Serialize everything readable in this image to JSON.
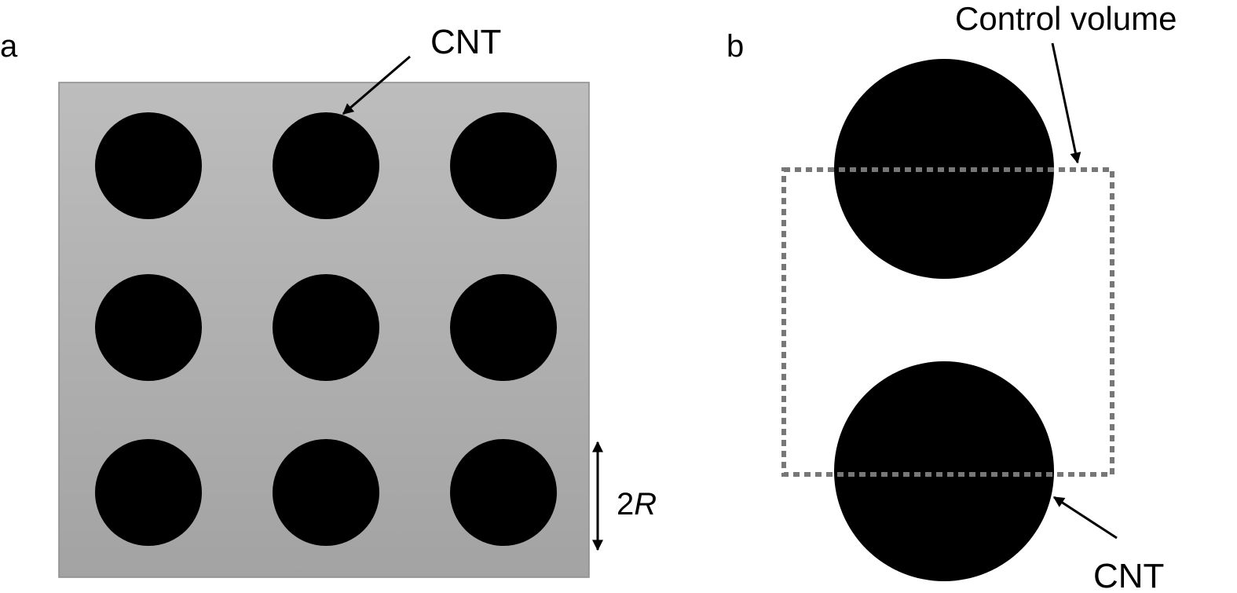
{
  "panel_a": {
    "label": "a",
    "cnt_label": "CNT",
    "dimension": {
      "number": "2",
      "symbol": "R"
    },
    "grid": {
      "rows": 3,
      "columns": 3
    },
    "matrix_gradient": [
      "#bdbdbd",
      "#a3a3a3"
    ],
    "fiber_color": "#000000"
  },
  "panel_b": {
    "label": "b",
    "control_volume_label": "Control volume",
    "cnt_label": "CNT",
    "control_volume_color": "#777777",
    "fiber_color": "#000000"
  }
}
